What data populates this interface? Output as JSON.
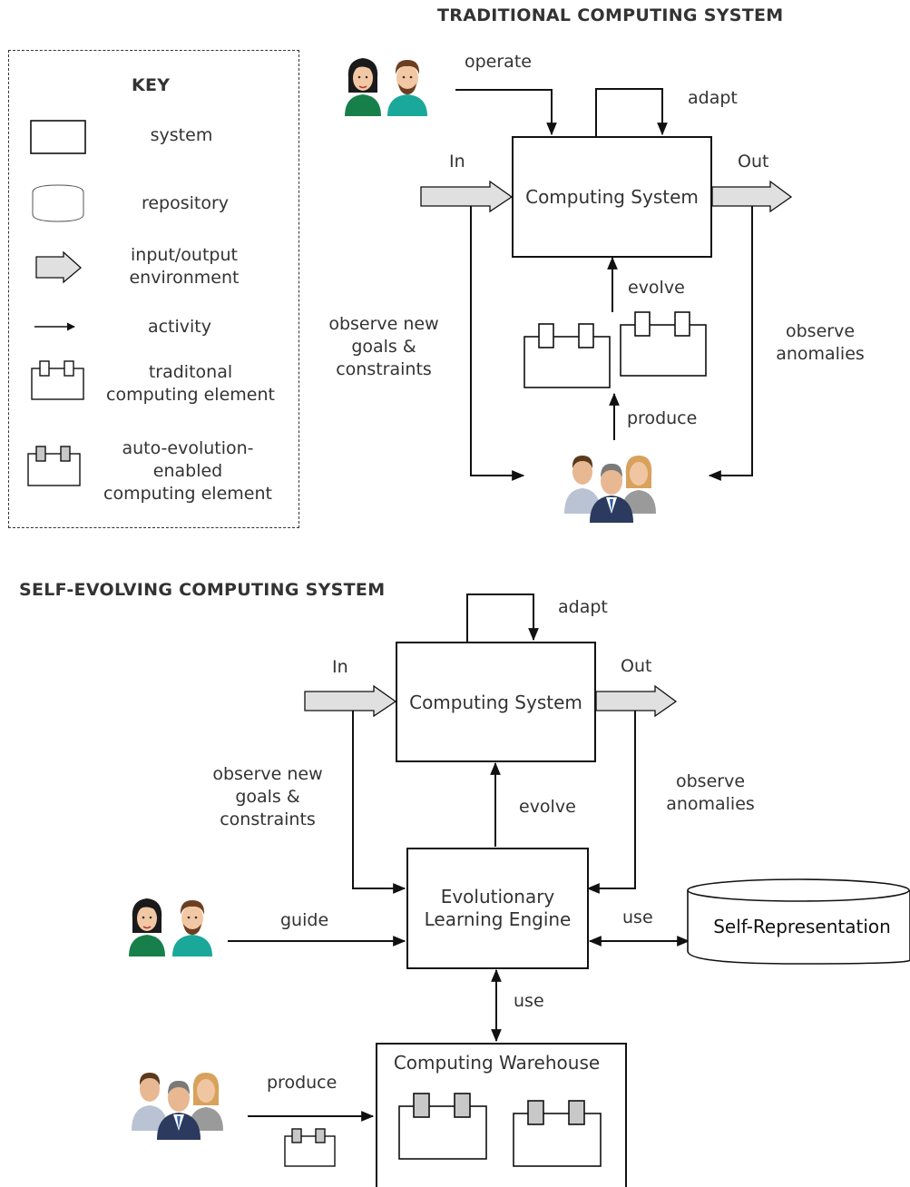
{
  "traditional": {
    "title": "TRADITIONAL COMPUTING SYSTEM",
    "operate": "operate",
    "adapt": "adapt",
    "in": "In",
    "out": "Out",
    "system_label": "Computing System",
    "evolve": "evolve",
    "produce": "produce",
    "observe_goals": [
      "observe new",
      "goals &",
      "constraints"
    ],
    "observe_anomalies": [
      "observe",
      "anomalies"
    ]
  },
  "key": {
    "title": "KEY",
    "items": [
      {
        "label": [
          "system"
        ],
        "icon": "system-box-icon"
      },
      {
        "label": [
          "repository"
        ],
        "icon": "repository-icon"
      },
      {
        "label": [
          "input/output",
          "environment"
        ],
        "icon": "io-arrow-icon"
      },
      {
        "label": [
          "activity"
        ],
        "icon": "activity-arrow-icon"
      },
      {
        "label": [
          "traditonal",
          "computing element"
        ],
        "icon": "traditional-element-icon"
      },
      {
        "label": [
          "auto-evolution-",
          "enabled",
          "computing element"
        ],
        "icon": "auto-evolution-element-icon"
      }
    ]
  },
  "self_evolving": {
    "title": "SELF-EVOLVING COMPUTING SYSTEM",
    "adapt": "adapt",
    "in": "In",
    "out": "Out",
    "system_label": "Computing System",
    "observe_goals": [
      "observe new",
      "goals &",
      "constraints"
    ],
    "observe_anomalies": [
      "observe",
      "anomalies"
    ],
    "evolve": "evolve",
    "engine_label": [
      "Evolutionary",
      "Learning Engine"
    ],
    "guide": "guide",
    "use_repo": "use",
    "repo_label": "Self-Representation",
    "use_warehouse": "use",
    "warehouse_label": "Computing Warehouse",
    "produce": "produce"
  },
  "colors": {
    "io_arrow_fill": "#e0e0e0",
    "element_block_fill": "#c8c8c8",
    "woman_hair": "#1a1a1a",
    "woman_shirt": "#17804a",
    "man_shirt": "#1aa89a",
    "skin": "#f2c8a4",
    "suit": "#2b3a5e",
    "light_shirt": "#b9c3d3"
  }
}
